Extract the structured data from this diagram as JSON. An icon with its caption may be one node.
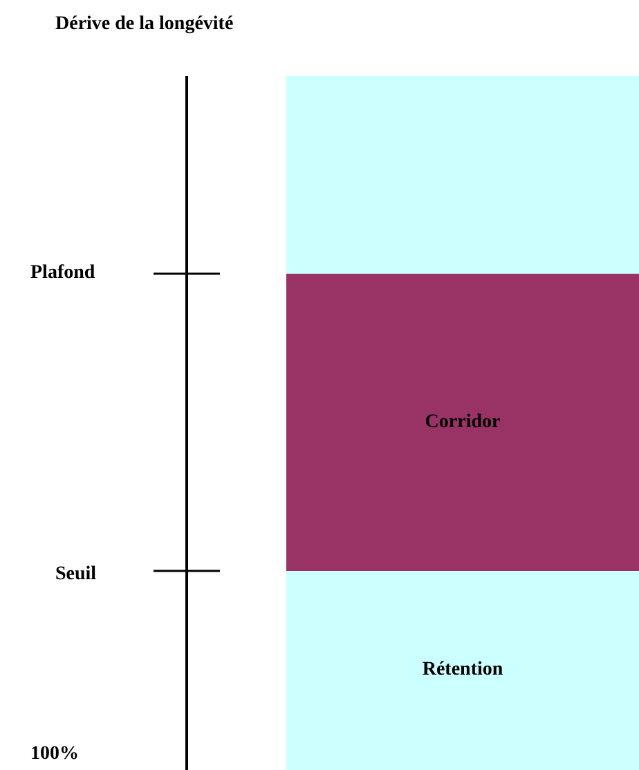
{
  "diagram": {
    "title": "Dérive de la longévité",
    "nodes": [
      {
        "text": [],
        "shape": "box"
      },
      {
        "text": [
          "Corridor"
        ]
      },
      {
        "text": [
          "Rétention"
        ]
      }
    ],
    "labels": [
      "Plafond",
      "Seuil",
      "100%"
    ]
  }
}
